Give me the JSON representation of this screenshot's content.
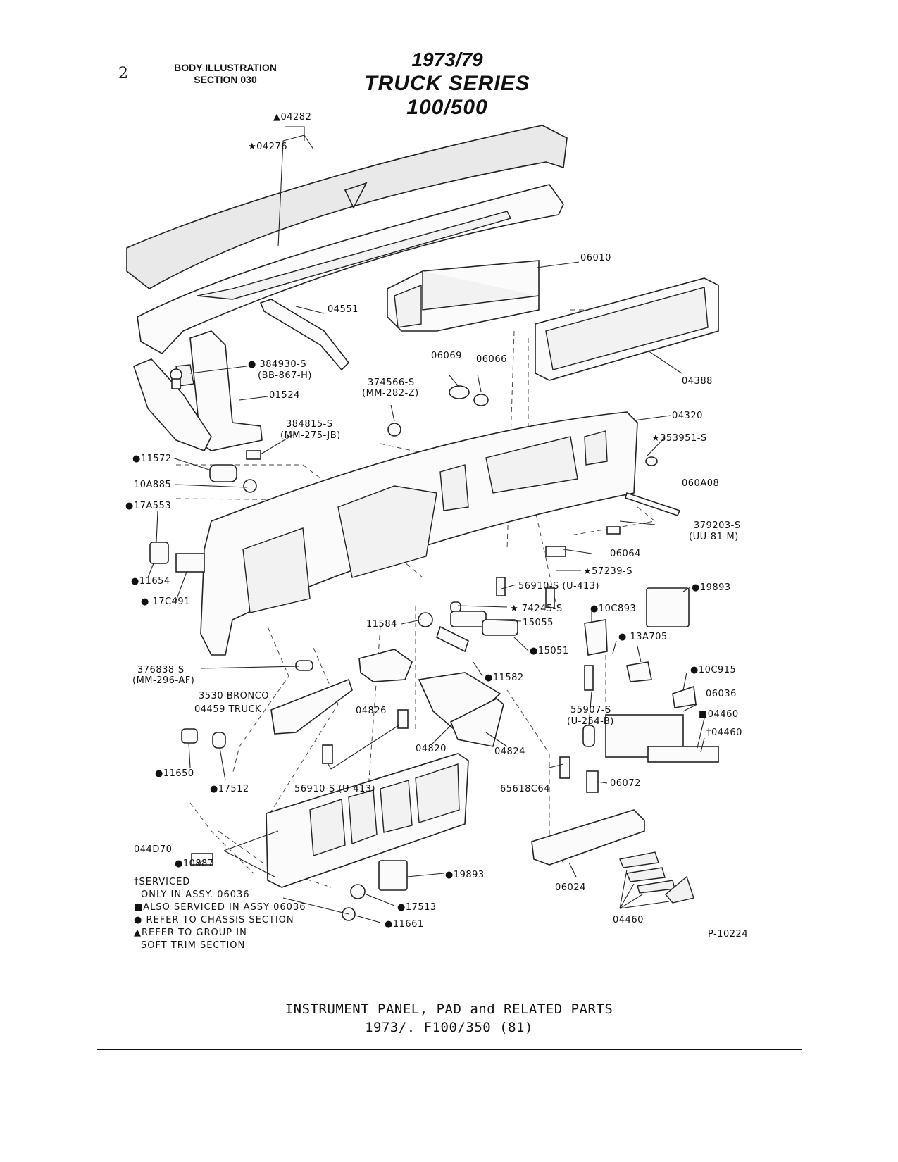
{
  "page_number": "2",
  "section_header": {
    "line1": "BODY ILLUSTRATION",
    "line2": "SECTION 030"
  },
  "title": {
    "line1": "1973/79",
    "line2": "TRUCK SERIES 100/500"
  },
  "part_labels": {
    "p04282": "▲04282",
    "p04276": "★04276",
    "p06010": "06010",
    "p04551": "04551",
    "p384930": "● 384930-S",
    "p384930b": "(BB-867-H)",
    "p01524": "01524",
    "p06069": "06069",
    "p06066": "06066",
    "p374566": "374566-S",
    "p374566b": "(MM-282-Z)",
    "p04388": "04388",
    "p04320": "04320",
    "p353951": "★353951-S",
    "p384815": "384815-S",
    "p384815b": "(MM-275-JB)",
    "p11572": "●11572",
    "p060A08": "060A08",
    "p10A885": "10A885",
    "p17A553": "●17A553",
    "p379203": "379203-S",
    "p379203b": "(UU-81-M)",
    "p06064": "06064",
    "p57239": "★57239-S",
    "p11654": "●11654",
    "p56910a": "56910-S (U-413)",
    "p19893a": "●19893",
    "p17C491": "● 17C491",
    "p74245": "★ 74245-S",
    "p10C893": "●10C893",
    "p15055": "15055",
    "p11584": "11584",
    "p13A705": "● 13A705",
    "p15051": "●15051",
    "p376838": "376838-S",
    "p376838b": "(MM-296-AF)",
    "p10C915": "●10C915",
    "p11582": "●11582",
    "p3530": "3530 BRONCO",
    "p04459": "04459 TRUCK",
    "p06036": "06036",
    "p04826": "04826",
    "p55907": "55907-S",
    "p55907b": "(U-254-B)",
    "p04460a": "■04460",
    "p04460b": "†04460",
    "p04820": "04820",
    "p04824": "04824",
    "p11650": "●11650",
    "p17512": "●17512",
    "p56910b": "56910-S (U-413)",
    "p65618": "65618C64",
    "p06072": "06072",
    "p044D70": "044D70",
    "p10887": "●10887",
    "p19893b": "●19893",
    "p06024": "06024",
    "p17513": "●17513",
    "p11661": "●11661",
    "p04460c": "04460",
    "pP10224": "P-10224"
  },
  "legend": {
    "line1": "†SERVICED",
    "line2": "ONLY IN ASSY. 06036",
    "line3": "■ALSO SERVICED IN ASSY 06036",
    "line4": "● REFER TO CHASSIS SECTION",
    "line5": "▲REFER TO GROUP IN",
    "line6": "SOFT TRIM SECTION"
  },
  "caption": {
    "line1": "INSTRUMENT PANEL, PAD and RELATED PARTS",
    "line2": "1973/.  F100/350 (81)"
  }
}
